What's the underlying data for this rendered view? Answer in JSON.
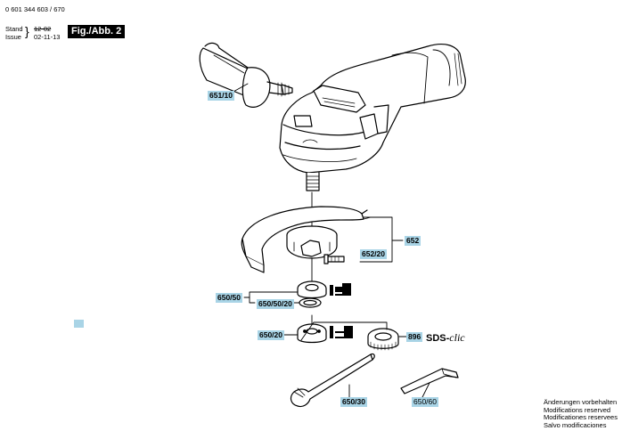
{
  "header": {
    "part_number": "0 601 344 603 / 670",
    "stand_label": "Stand",
    "issue_label": "Issue",
    "stand_value": "12-02",
    "issue_value": "02-11-13",
    "figure_label": "Fig./Abb. 2"
  },
  "labels": {
    "handle": "651/10",
    "guard": "652",
    "guard_screw": "652/20",
    "flange_group": "650/50",
    "flange_ring": "650/50/20",
    "nut": "650/20",
    "quick_nut": "896",
    "sds": "SDS-",
    "sds_clic": "clic",
    "spanner": "650/30",
    "hex_key": "650/60"
  },
  "footer": {
    "line1": "Änderungen vorbehalten",
    "line2": "Modifications reserved",
    "line3": "Modificationes reservees",
    "line4": "Salvo modificaciones"
  },
  "colors": {
    "label_bg": "#a9d4e6",
    "ink": "#000000"
  }
}
